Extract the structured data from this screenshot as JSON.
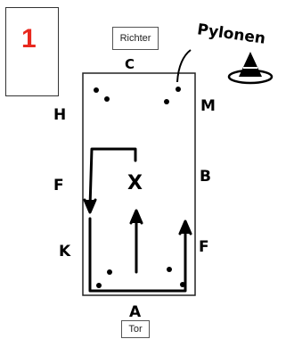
{
  "number_label": "1",
  "richter_label": "Richter",
  "tor_label": "Tor",
  "pylonen_label": "Pylonen",
  "arena_letters": {
    "C": "C",
    "H": "H",
    "M": "M",
    "F_left": "F",
    "X": "X",
    "B": "B",
    "K": "K",
    "F_right": "F",
    "A": "A"
  }
}
